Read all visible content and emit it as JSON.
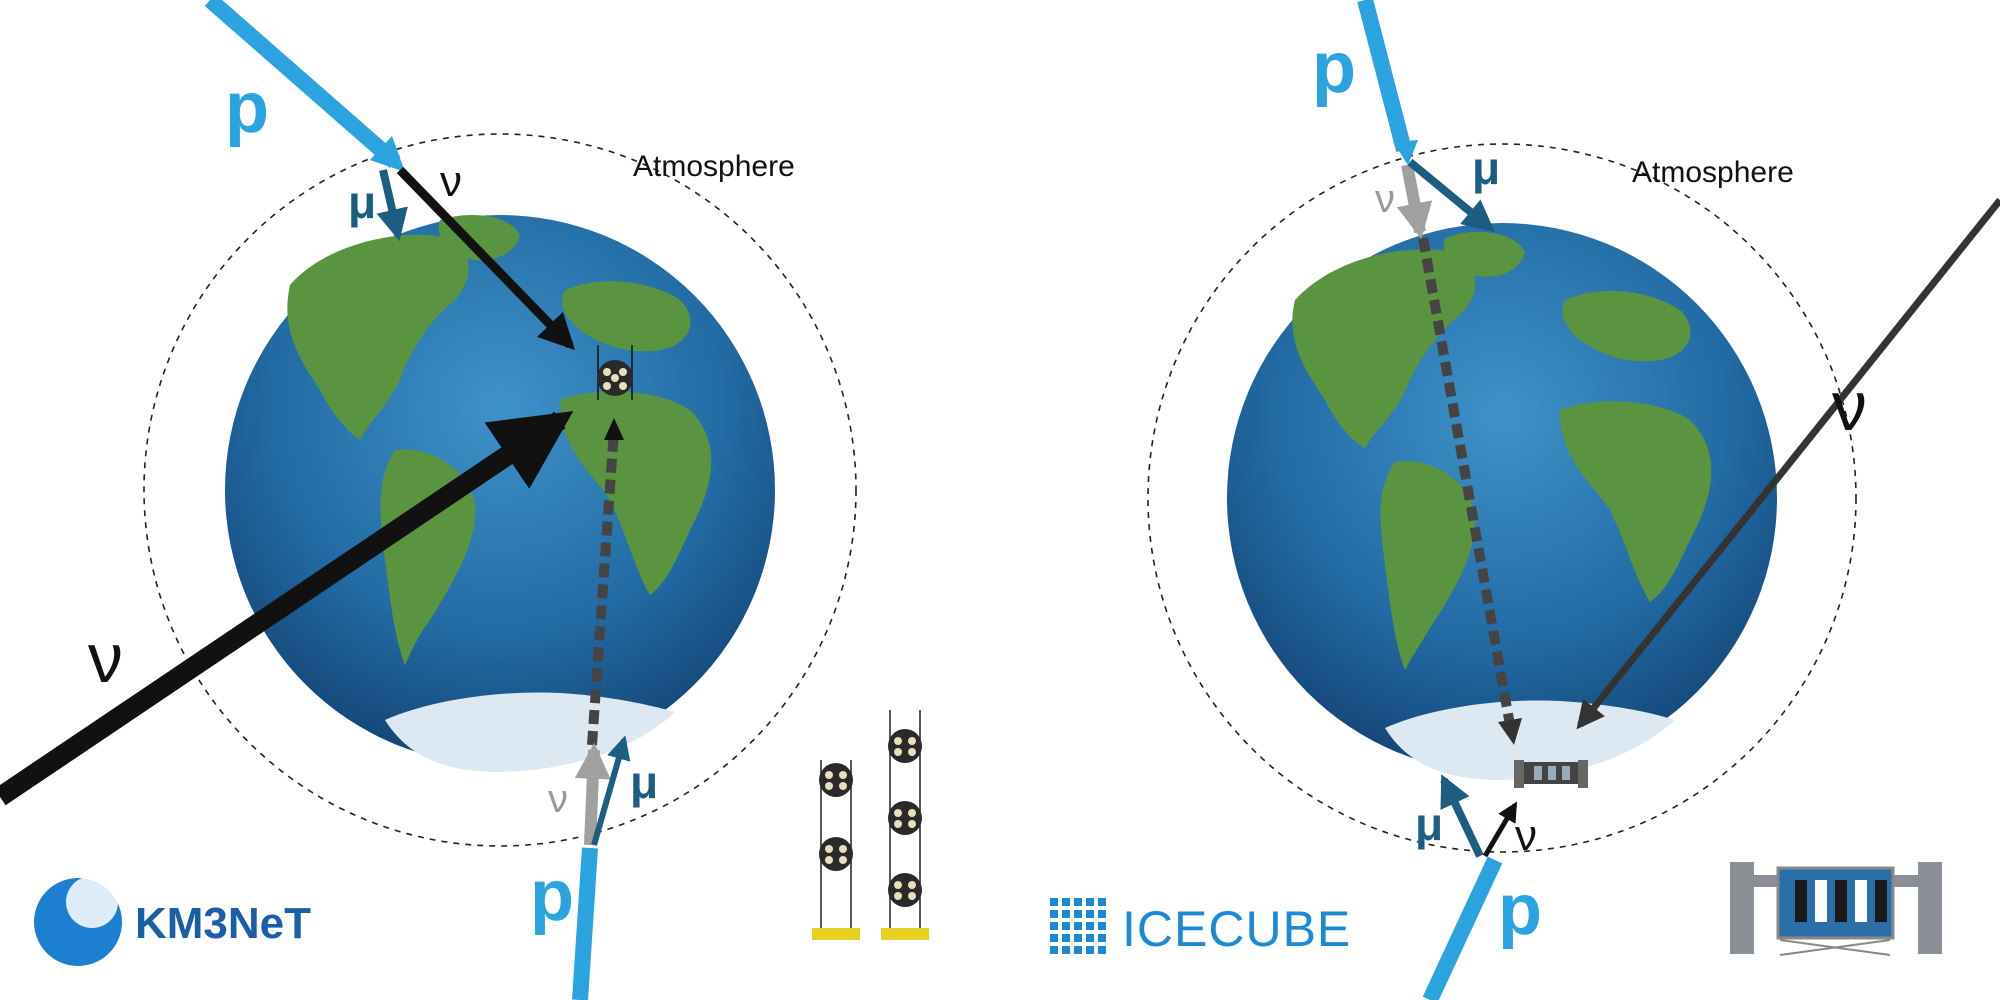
{
  "left": {
    "label_atmosphere": "Atmosphere",
    "label_p_top": "p",
    "label_mu_top": "μ",
    "label_nu_top": "ν",
    "label_nu_big": "ν",
    "label_nu_bottom": "ν",
    "label_mu_bottom": "μ",
    "label_p_bottom": "p",
    "logo_text": "KM3NeT"
  },
  "right": {
    "label_atmosphere": "Atmosphere",
    "label_p_top": "p",
    "label_nu_top": "ν",
    "label_mu_top": "μ",
    "label_nu_big": "ν",
    "label_mu_bottom": "μ",
    "label_nu_bottom": "ν",
    "label_p_bottom": "p",
    "logo_text": "ICECUBE"
  },
  "colors": {
    "proton": "#2aa3de",
    "muon": "#1d5d82",
    "neutrino": "#111111",
    "atm_neutrino": "#a0a0a0",
    "ocean": "#2a6fa8",
    "land": "#5b9440",
    "ice": "#dce9f2"
  }
}
